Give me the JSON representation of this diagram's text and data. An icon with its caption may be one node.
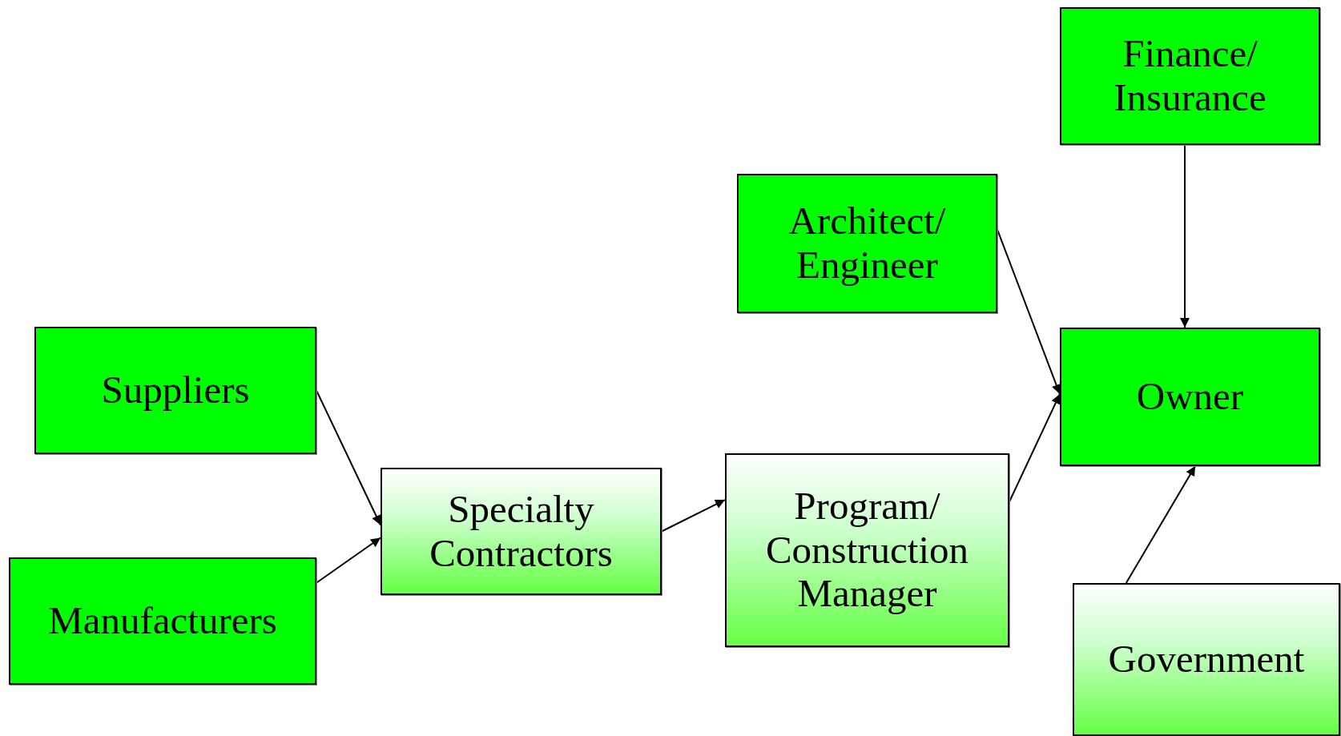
{
  "diagram": {
    "nodes": [
      {
        "text": [
          "Finance/ Insurance"
        ]
      },
      {
        "text": [
          "Architect/ Engineer"
        ]
      },
      {
        "text": [
          "Suppliers"
        ]
      },
      {
        "text": [
          "Owner"
        ]
      },
      {
        "text": [
          "Specialty Contractors"
        ]
      },
      {
        "text": [
          "Program/ Construction Manager"
        ]
      },
      {
        "text": [
          "Manufacturers"
        ]
      },
      {
        "text": [
          "Government"
        ]
      }
    ],
    "edges": [
      {
        "from": 2,
        "to": 4,
        "arrow": "to"
      },
      {
        "from": 6,
        "to": 4,
        "arrow": "to"
      },
      {
        "from": 4,
        "to": 5,
        "arrow": "to"
      },
      {
        "from": 1,
        "to": 3,
        "arrow": "to"
      },
      {
        "from": 5,
        "to": 3,
        "arrow": "to"
      },
      {
        "from": 0,
        "to": 3,
        "arrow": "to"
      },
      {
        "from": 7,
        "to": 3,
        "arrow": "to"
      }
    ]
  }
}
